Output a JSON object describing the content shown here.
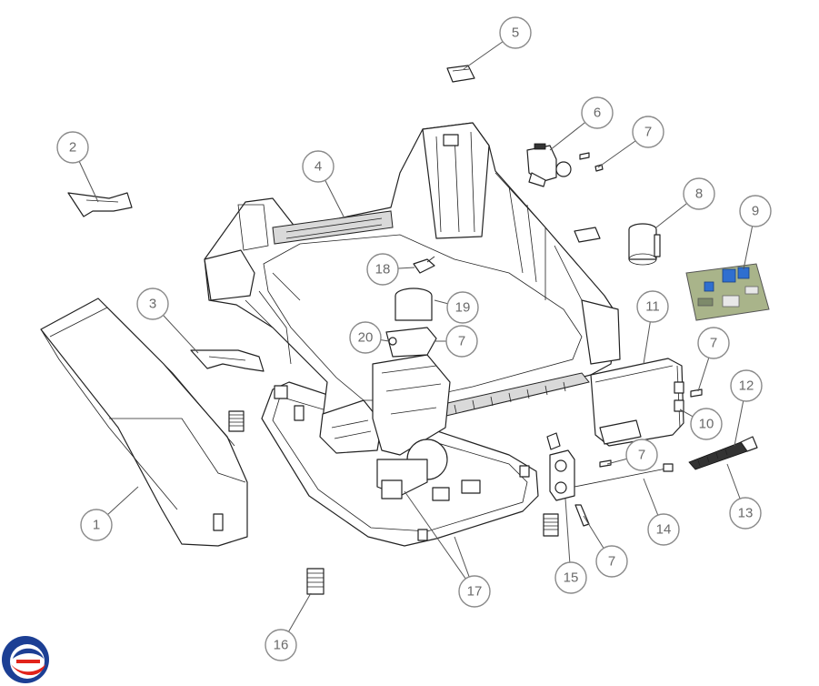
{
  "diagram": {
    "callouts": [
      {
        "id": "c1",
        "label": "1"
      },
      {
        "id": "c2",
        "label": "2"
      },
      {
        "id": "c3",
        "label": "3"
      },
      {
        "id": "c4",
        "label": "4"
      },
      {
        "id": "c5",
        "label": "5"
      },
      {
        "id": "c6",
        "label": "6"
      },
      {
        "id": "c7a",
        "label": "7"
      },
      {
        "id": "c8",
        "label": "8"
      },
      {
        "id": "c9",
        "label": "9"
      },
      {
        "id": "c10",
        "label": "10"
      },
      {
        "id": "c11",
        "label": "11"
      },
      {
        "id": "c7b",
        "label": "7"
      },
      {
        "id": "c12",
        "label": "12"
      },
      {
        "id": "c13",
        "label": "13"
      },
      {
        "id": "c7c",
        "label": "7"
      },
      {
        "id": "c14",
        "label": "14"
      },
      {
        "id": "c7d",
        "label": "7"
      },
      {
        "id": "c15",
        "label": "15"
      },
      {
        "id": "c16",
        "label": "16"
      },
      {
        "id": "c17",
        "label": "17"
      },
      {
        "id": "c18",
        "label": "18"
      },
      {
        "id": "c19",
        "label": "19"
      },
      {
        "id": "c20",
        "label": "20"
      },
      {
        "id": "c7e",
        "label": "7"
      }
    ]
  },
  "colors": {
    "callout_stroke": "#8a8a8a",
    "callout_text": "#6a6a6a",
    "logo_blue": "#1c3f94",
    "logo_red": "#e2231a",
    "pcb_green": "#a9b48a",
    "capacitor_blue": "#2f6fd0"
  }
}
